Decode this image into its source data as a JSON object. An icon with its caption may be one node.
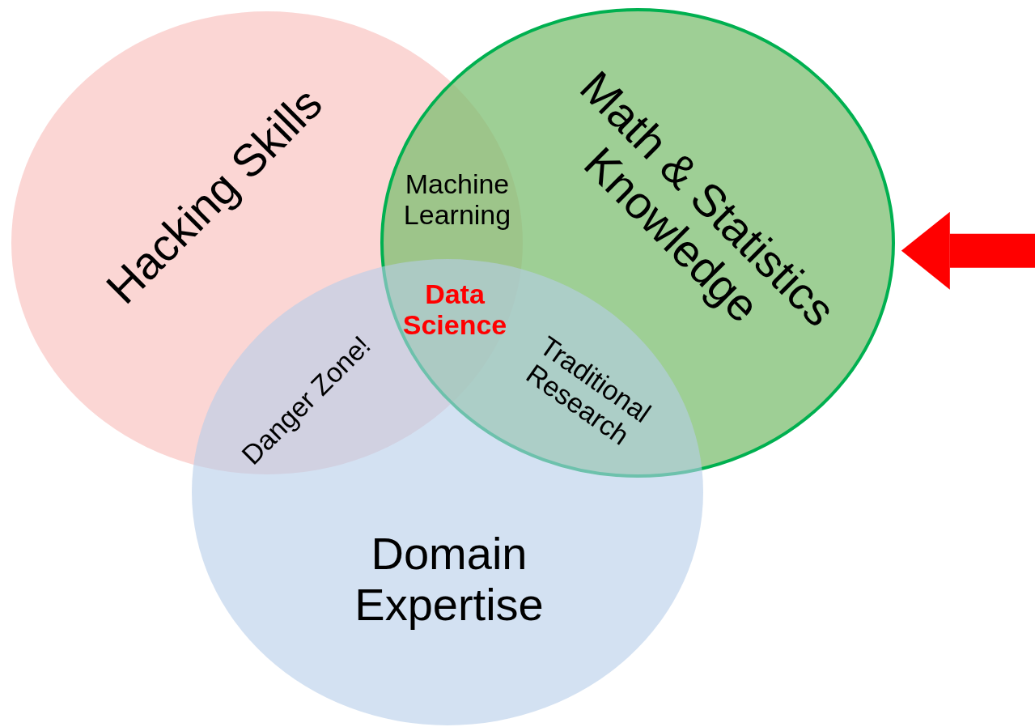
{
  "diagram": {
    "nodes": [
      {
        "text": [
          "Hacking Skills"
        ]
      },
      {
        "text": [
          "Math & Statistics Knowledge"
        ]
      },
      {
        "text": [
          "Domain Expertise"
        ]
      }
    ],
    "edges": [
      {
        "from": null,
        "to": 1,
        "arrow": "to"
      }
    ],
    "labels": [
      "Machine Learning",
      "Data Science",
      "Danger Zone!",
      "Traditional Research"
    ]
  }
}
